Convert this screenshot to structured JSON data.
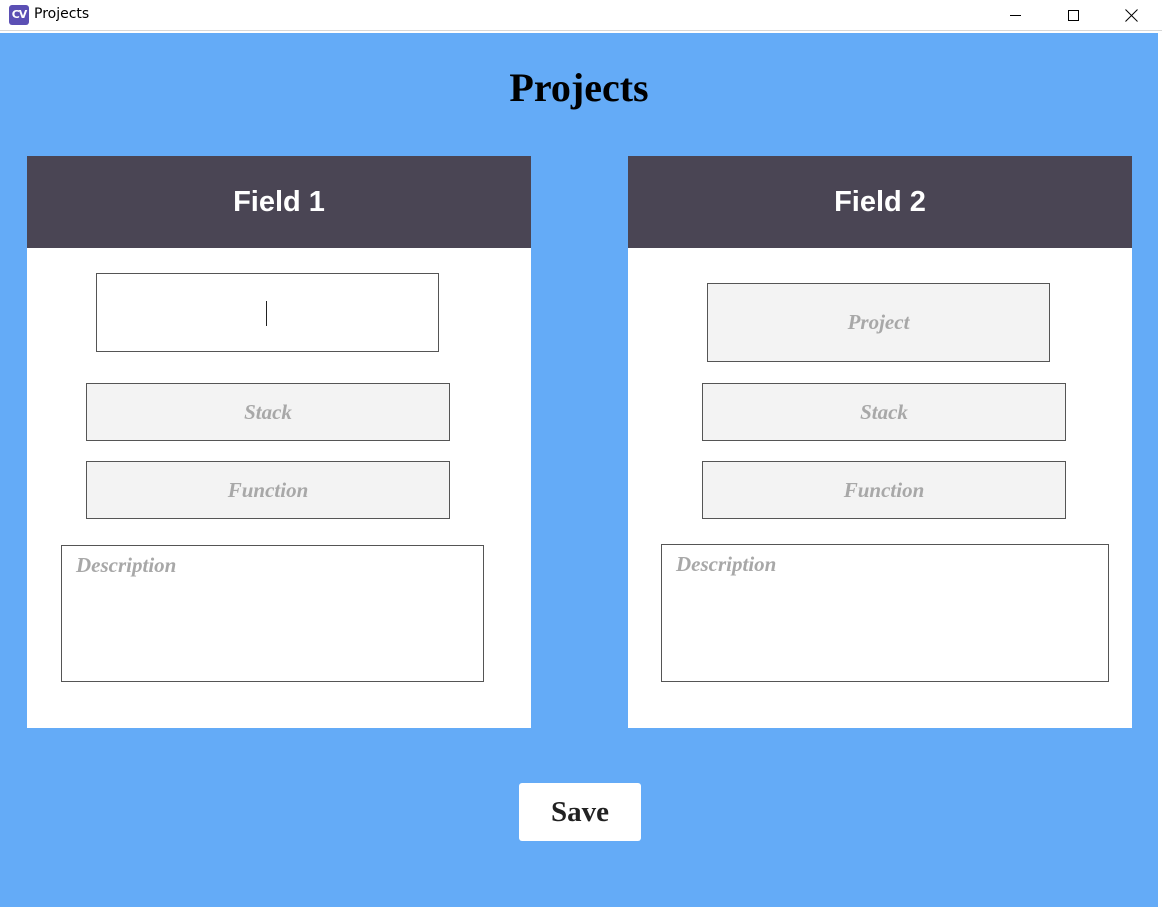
{
  "window": {
    "icon_text": "CV",
    "title": "Projects"
  },
  "page": {
    "title": "Projects"
  },
  "cards": [
    {
      "header": "Field 1",
      "project": {
        "value": "",
        "placeholder": ""
      },
      "stack": {
        "value": "",
        "placeholder": "Stack"
      },
      "function": {
        "value": "",
        "placeholder": "Function"
      },
      "description": {
        "value": "",
        "placeholder": "Description"
      }
    },
    {
      "header": "Field 2",
      "project": {
        "value": "",
        "placeholder": "Project"
      },
      "stack": {
        "value": "",
        "placeholder": "Stack"
      },
      "function": {
        "value": "",
        "placeholder": "Function"
      },
      "description": {
        "value": "",
        "placeholder": "Description"
      }
    }
  ],
  "actions": {
    "save_label": "Save"
  },
  "colors": {
    "background": "#64abf7",
    "card_header": "#4a4554",
    "card_body": "#ffffff",
    "field_fill": "#f3f3f3",
    "placeholder_text": "#a8a8a8",
    "app_icon": "#5b4fb4"
  },
  "icons": {
    "app": "cv-logo-icon",
    "minimize": "minimize-icon",
    "maximize": "maximize-icon",
    "close": "close-icon"
  }
}
